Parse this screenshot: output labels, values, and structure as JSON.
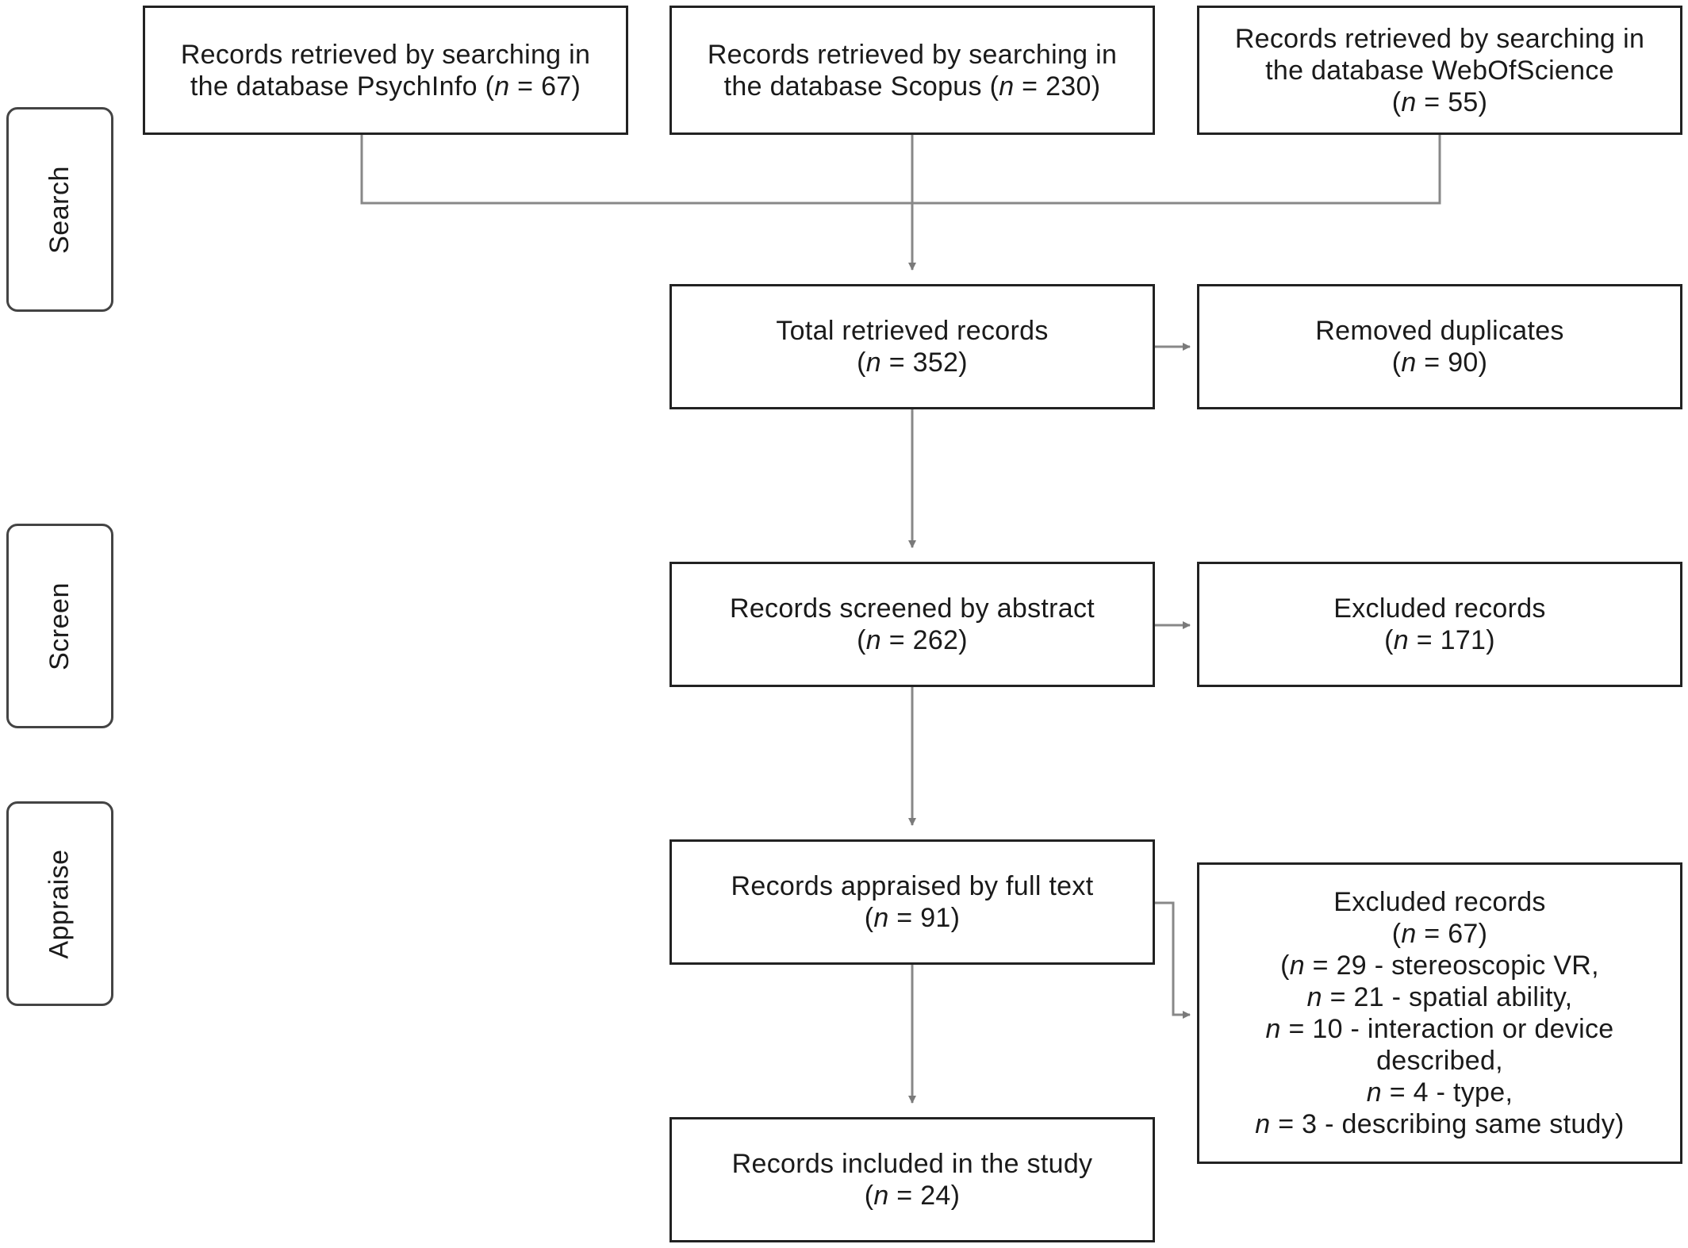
{
  "stages": {
    "search": "Search",
    "screen": "Screen",
    "appraise": "Appraise"
  },
  "search_boxes": {
    "psychinfo": {
      "line1": "Records retrieved by searching in",
      "line2_prefix": "the database PsychInfo (",
      "n": "n",
      "value": " = 67)"
    },
    "scopus": {
      "line1": "Records retrieved by searching in",
      "line2_prefix": "the database Scopus (",
      "n": "n",
      "value": " = 230)"
    },
    "wos": {
      "line1": "Records retrieved by searching in",
      "line2": "the database WebOfScience",
      "line3_prefix": "(",
      "n": "n",
      "value": " = 55)"
    }
  },
  "total": {
    "label": "Total retrieved records",
    "prefix": "(",
    "n": "n",
    "value": " = 352)"
  },
  "duplicates": {
    "label": "Removed duplicates",
    "prefix": "(",
    "n": "n",
    "value": " = 90)"
  },
  "screened": {
    "label": "Records screened by abstract",
    "prefix": "(",
    "n": "n",
    "value": " = 262)"
  },
  "excluded_screen": {
    "label": "Excluded records",
    "prefix": "(",
    "n": "n",
    "value": " = 171)"
  },
  "appraised": {
    "label": "Records appraised by full text",
    "prefix": "(",
    "n": "n",
    "value": " = 91)"
  },
  "excluded_appraise": {
    "label": "Excluded records",
    "total": {
      "prefix": "(",
      "n": "n",
      "value": " = 67)"
    },
    "reasons": [
      {
        "prefix": "(",
        "n": "n",
        "value": " = 29 - stereoscopic VR,"
      },
      {
        "prefix": "",
        "n": "n",
        "value": " = 21 - spatial ability,"
      },
      {
        "prefix": "",
        "n": "n",
        "value": " = 10 - interaction or device"
      },
      {
        "prefix": "",
        "n": "",
        "value": "described,"
      },
      {
        "prefix": "",
        "n": "n",
        "value": " = 4 - type,"
      },
      {
        "prefix": "",
        "n": "n",
        "value": " = 3 - describing same study)"
      }
    ]
  },
  "included": {
    "label": "Records included in the study",
    "prefix": "(",
    "n": "n",
    "value": " = 24)"
  }
}
